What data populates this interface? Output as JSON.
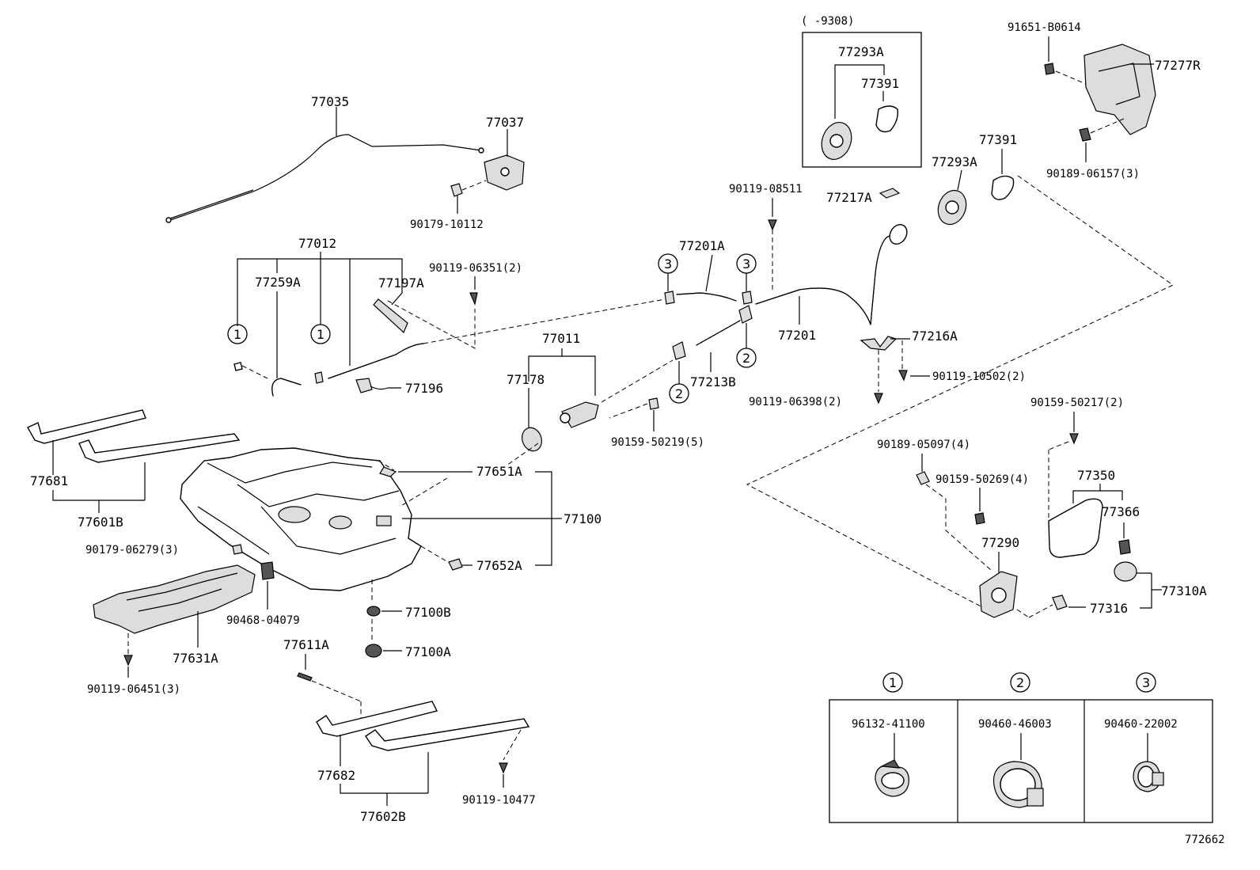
{
  "diagram_id": "772662",
  "variant_box_label": "(      -9308)",
  "legend": {
    "col1": {
      "symbol": "1",
      "part": "96132-41100"
    },
    "col2": {
      "symbol": "2",
      "part": "90460-46003"
    },
    "col3": {
      "symbol": "3",
      "part": "90460-22002"
    }
  },
  "circle_refs": {
    "one": "1",
    "two": "2",
    "three": "3"
  },
  "parts": {
    "p77035": "77035",
    "p77037": "77037",
    "p90179_10112": "90179-10112",
    "p77012": "77012",
    "p77259A": "77259A",
    "p77197A": "77197A",
    "p90119_06351": "90119-06351(2)",
    "p77196": "77196",
    "p77011": "77011",
    "p77178": "77178",
    "p90159_50219": "90159-50219(5)",
    "p77201A": "77201A",
    "p77213B": "77213B",
    "p77201": "77201",
    "p90119_08511": "90119-08511",
    "p77217A": "77217A",
    "p77293A_box": "77293A",
    "p77391_box": "77391",
    "p77293A": "77293A",
    "p77391": "77391",
    "p91651": "91651-B0614",
    "p77277R": "77277R",
    "p90189_06157": "90189-06157(3)",
    "p77216A": "77216A",
    "p90119_10502": "90119-10502(2)",
    "p90119_06398": "90119-06398(2)",
    "p90159_50217": "90159-50217(2)",
    "p90189_05097": "90189-05097(4)",
    "p90159_50269": "90159-50269(4)",
    "p77350": "77350",
    "p77366": "77366",
    "p77290": "77290",
    "p77310A": "77310A",
    "p77316": "77316",
    "p77681": "77681",
    "p77601B": "77601B",
    "p77651A": "77651A",
    "p77100": "77100",
    "p77652A": "77652A",
    "p90179_06279": "90179-06279(3)",
    "p90468_04079": "90468-04079",
    "p77100B": "77100B",
    "p77100A": "77100A",
    "p77631A": "77631A",
    "p90119_06451": "90119-06451(3)",
    "p77611A": "77611A",
    "p77682": "77682",
    "p77602B": "77602B",
    "p90119_10477": "90119-10477"
  }
}
